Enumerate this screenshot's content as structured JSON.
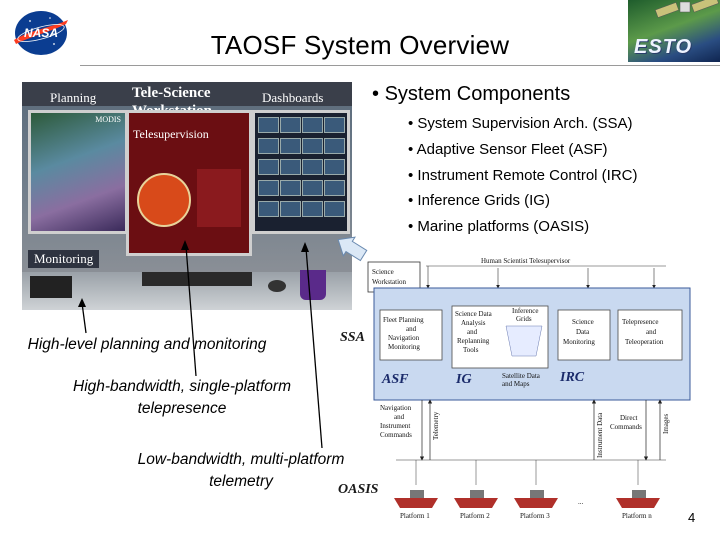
{
  "slide": {
    "title": "TAOSF System Overview",
    "page_number": "4",
    "logos": {
      "left": "NASA",
      "right": "ESTO"
    }
  },
  "workstation_photo": {
    "header": [
      "Planning",
      "Tele-Science Workstation",
      "Dashboards"
    ],
    "sublabel": "Telesupervision",
    "modis": "MODIS",
    "monitoring": "Monitoring"
  },
  "components": {
    "heading": "System Components",
    "items": [
      "System Supervision Arch. (SSA)",
      "Adaptive Sensor Fleet (ASF)",
      "Instrument Remote Control (IRC)",
      "Inference Grids (IG)",
      "Marine platforms (OASIS)"
    ]
  },
  "callouts": {
    "planning": "High-level planning and monitoring",
    "telepresence_1": "High-bandwidth, single-platform",
    "telepresence_2": "telepresence",
    "telemetry_1": "Low-bandwidth, multi-platform",
    "telemetry_2": "telemetry"
  },
  "diagram": {
    "top_label": "Human Scientist Telesupervisor",
    "science_workstation": [
      "Science",
      "Workstation"
    ],
    "ssa": "SSA",
    "oasis": "OASIS",
    "boxes": [
      [
        "Fleet Planning",
        "and",
        "Navigation",
        "Monitoring"
      ],
      [
        "Science Data",
        "Analysis",
        "and",
        "Replanning",
        "Tools"
      ],
      [
        "Inference",
        "Grids"
      ],
      [
        "Science",
        "Data",
        "Monitoring"
      ],
      [
        "Telepresence",
        "and",
        "Teleoperation"
      ]
    ],
    "band_labels": [
      "ASF",
      "IG",
      "IRC"
    ],
    "satellite": [
      "Satellite Data",
      "and Maps"
    ],
    "arrows": {
      "navigation": [
        "Navigation",
        "and",
        "Instrument",
        "Commands"
      ],
      "telemetry": "Telemetry",
      "instrument_data": "Instrument Data",
      "direct": [
        "Direct",
        "Commands"
      ],
      "images": "Images"
    },
    "platforms": [
      "Platform 1",
      "Platform 2",
      "Platform 3",
      "Platform n"
    ],
    "ellipsis": "..."
  },
  "colors": {
    "diagram_blue": "#c9d9f0",
    "boat_red": "#b0302a",
    "accent_navy": "#1a2a6a"
  }
}
